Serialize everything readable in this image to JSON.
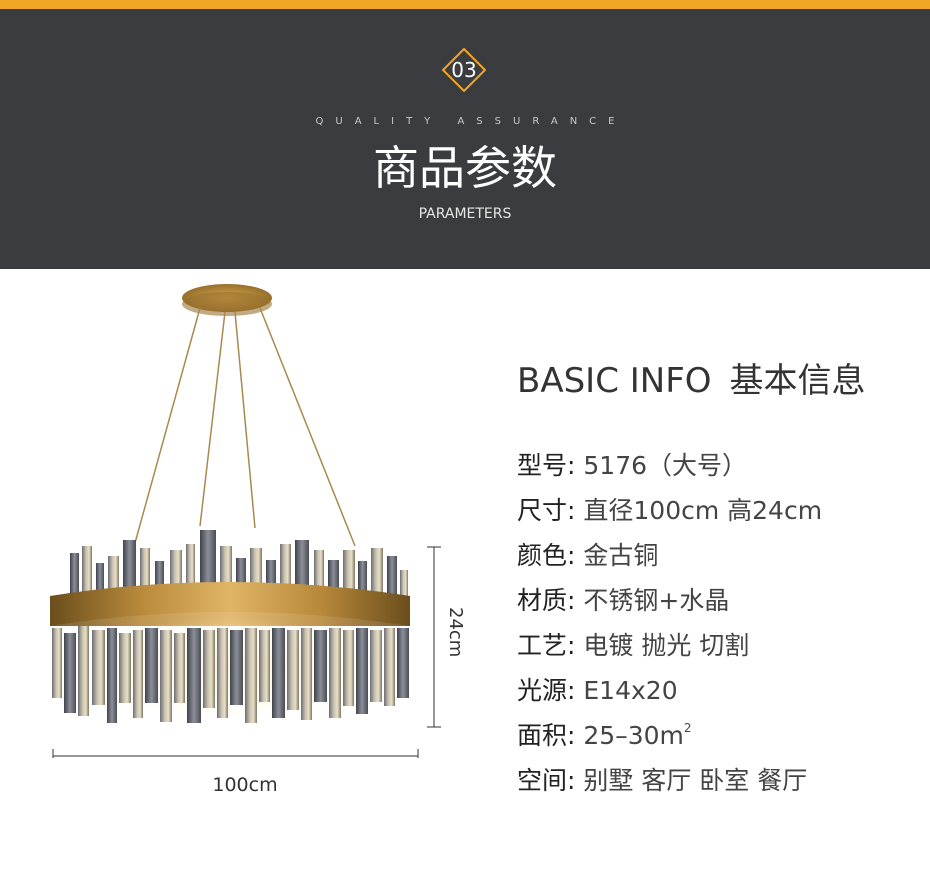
{
  "header": {
    "badge_number": "03",
    "section_subtitle": "QUALITY ASSURANCE",
    "title": "商品参数",
    "subtitle": "PARAMETERS",
    "accent_color": "#f3a525",
    "background_color": "#3b3c40"
  },
  "product": {
    "image": "gold-crystal-chandelier",
    "height_label": "24cm",
    "width_label": "100cm"
  },
  "info": {
    "title_en": "BASIC INFO",
    "title_cn": "基本信息",
    "specs": [
      {
        "label": "型号:",
        "value": "5176（大号）"
      },
      {
        "label": "尺寸:",
        "value": "直径100cm 高24cm"
      },
      {
        "label": "颜色:",
        "value": "金古铜"
      },
      {
        "label": "材质:",
        "value": "不锈钢+水晶"
      },
      {
        "label": "工艺:",
        "value": "电镀 抛光 切割"
      },
      {
        "label": "光源:",
        "value": "E14x20"
      },
      {
        "label": "面积:",
        "value": "25–30m",
        "sup": "2"
      },
      {
        "label": "空间:",
        "value": "别墅 客厅 卧室 餐厅"
      }
    ]
  }
}
